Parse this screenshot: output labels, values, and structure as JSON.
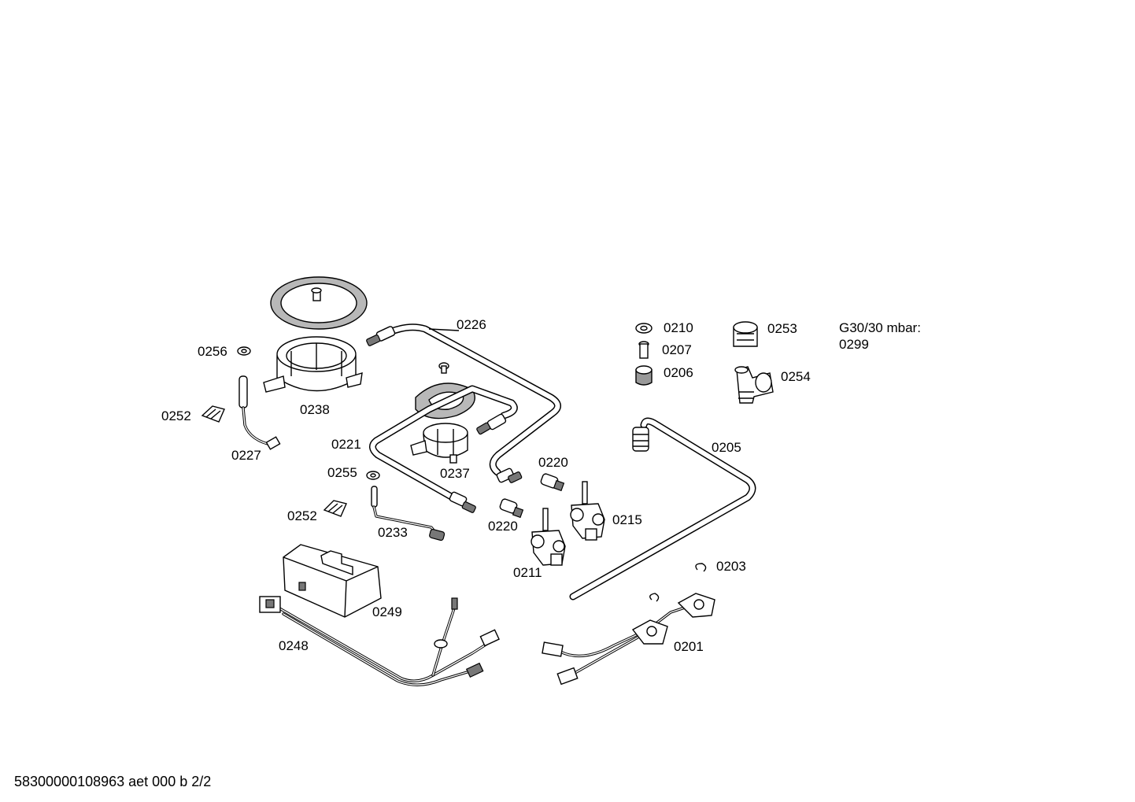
{
  "parts": {
    "p0226": "0226",
    "p0210": "0210",
    "p0253": "0253",
    "p0207": "0207",
    "p0206": "0206",
    "p0254": "0254",
    "p0256": "0256",
    "p0238": "0238",
    "p0252a": "0252",
    "p0227": "0227",
    "p0221": "0221",
    "p0205": "0205",
    "p0220a": "0220",
    "p0255": "0255",
    "p0237": "0237",
    "p0252b": "0252",
    "p0215": "0215",
    "p0220b": "0220",
    "p0233": "0233",
    "p0211": "0211",
    "p0203": "0203",
    "p0249": "0249",
    "p0248": "0248",
    "p0201": "0201"
  },
  "note": {
    "line1": "G30/30 mbar:",
    "line2": "0299"
  },
  "footer": {
    "code": "58300000108963 aet 000 b 2/2"
  }
}
